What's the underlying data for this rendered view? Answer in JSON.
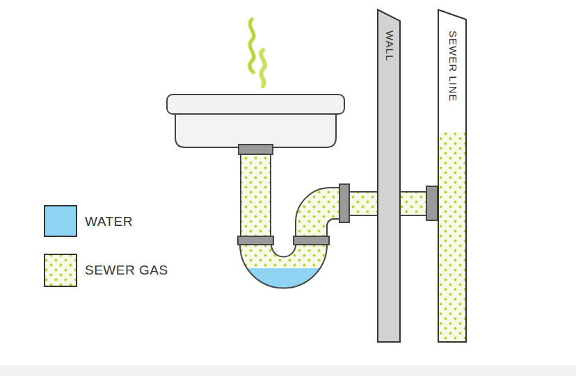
{
  "diagram": {
    "nodes": [
      {
        "text": [
          "WALL"
        ]
      },
      {
        "text": [
          "SEWER LINE"
        ]
      }
    ],
    "legend": [
      {
        "text": "WATER",
        "color": "#8fd4f2"
      },
      {
        "text": "SEWER GAS"
      }
    ]
  }
}
